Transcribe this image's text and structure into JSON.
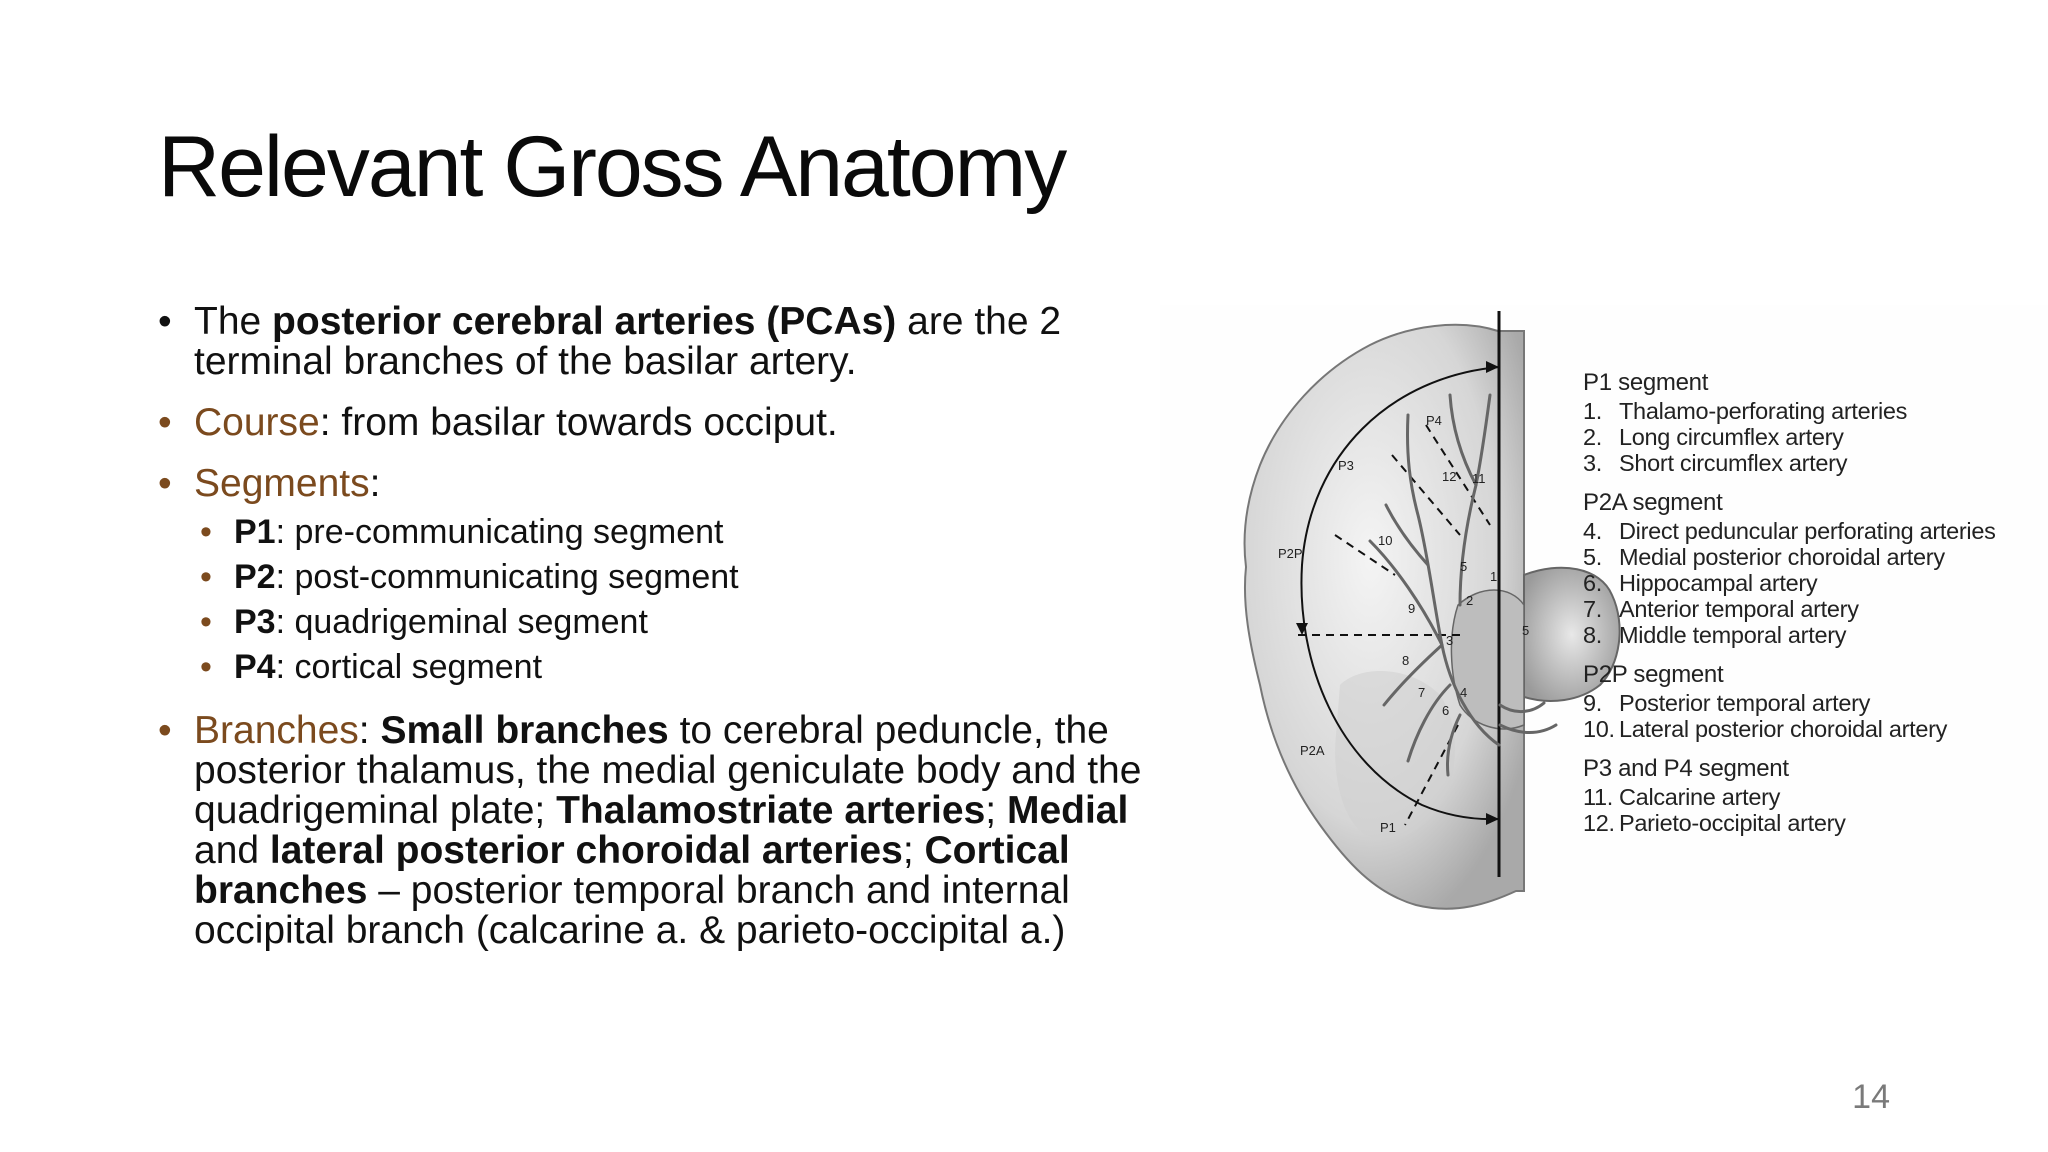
{
  "slide": {
    "title": "Relevant Gross Anatomy",
    "page_number": "14"
  },
  "bullets": {
    "b1": {
      "pre": "The ",
      "bold": "posterior cerebral arteries (PCAs)",
      "post": " are the 2 terminal branches of the basilar artery."
    },
    "b2": {
      "label": "Course",
      "text": ": from basilar towards occiput."
    },
    "b3": {
      "label": "Segments",
      "text": ":"
    },
    "segments": [
      {
        "code": "P1",
        "desc": ": pre-communicating segment"
      },
      {
        "code": "P2",
        "desc": ": post-communicating segment"
      },
      {
        "code": "P3",
        "desc": ": quadrigeminal segment"
      },
      {
        "code": "P4",
        "desc": ": cortical segment"
      }
    ],
    "b4": {
      "label": "Branches",
      "t1": ": ",
      "bold1": "Small branches",
      "t2": " to cerebral peduncle, the posterior thalamus, the medial geniculate body and the quadrigeminal plate; ",
      "bold2": "Thalamostriate arteries",
      "t3": "; ",
      "bold3": "Medial",
      "t4": " and ",
      "bold4": "lateral posterior choroidal arteries",
      "t5": "; ",
      "bold5": "Cortical branches",
      "t6": " – posterior temporal branch and internal occipital branch (calcarine a. & parieto-occipital a.)"
    }
  },
  "legend": {
    "groups": [
      {
        "heading": "P1 segment",
        "items": [
          {
            "n": "1.",
            "label": "Thalamo-perforating arteries"
          },
          {
            "n": "2.",
            "label": "Long circumflex artery"
          },
          {
            "n": "3.",
            "label": "Short circumflex artery"
          }
        ]
      },
      {
        "heading": "P2A segment",
        "items": [
          {
            "n": "4.",
            "label": "Direct peduncular perforating arteries"
          },
          {
            "n": "5.",
            "label": "Medial posterior choroidal artery"
          },
          {
            "n": "6.",
            "label": "Hippocampal artery"
          },
          {
            "n": "7.",
            "label": "Anterior temporal artery"
          },
          {
            "n": "8.",
            "label": "Middle temporal artery"
          }
        ]
      },
      {
        "heading": "P2P segment",
        "items": [
          {
            "n": "9.",
            "label": "Posterior temporal artery"
          },
          {
            "n": "10.",
            "label": "Lateral posterior choroidal artery"
          }
        ]
      },
      {
        "heading": "P3 and P4 segment",
        "items": [
          {
            "n": "11.",
            "label": "Calcarine artery"
          },
          {
            "n": "12.",
            "label": "Parieto-occipital artery"
          }
        ]
      }
    ]
  },
  "diagram_labels": {
    "p1": "P1",
    "p2a": "P2A",
    "p2p": "P2P",
    "p3": "P3",
    "p4": "P4",
    "n1": "1",
    "n2": "2",
    "n3": "3",
    "n4": "4",
    "n5": "5",
    "n5b": "5",
    "n6": "6",
    "n7": "7",
    "n8": "8",
    "n9": "9",
    "n10": "10",
    "n11": "11",
    "n12": "12"
  },
  "colors": {
    "accent": "#7b4a1e",
    "text": "#111111",
    "page_number": "#7a7a7a"
  }
}
